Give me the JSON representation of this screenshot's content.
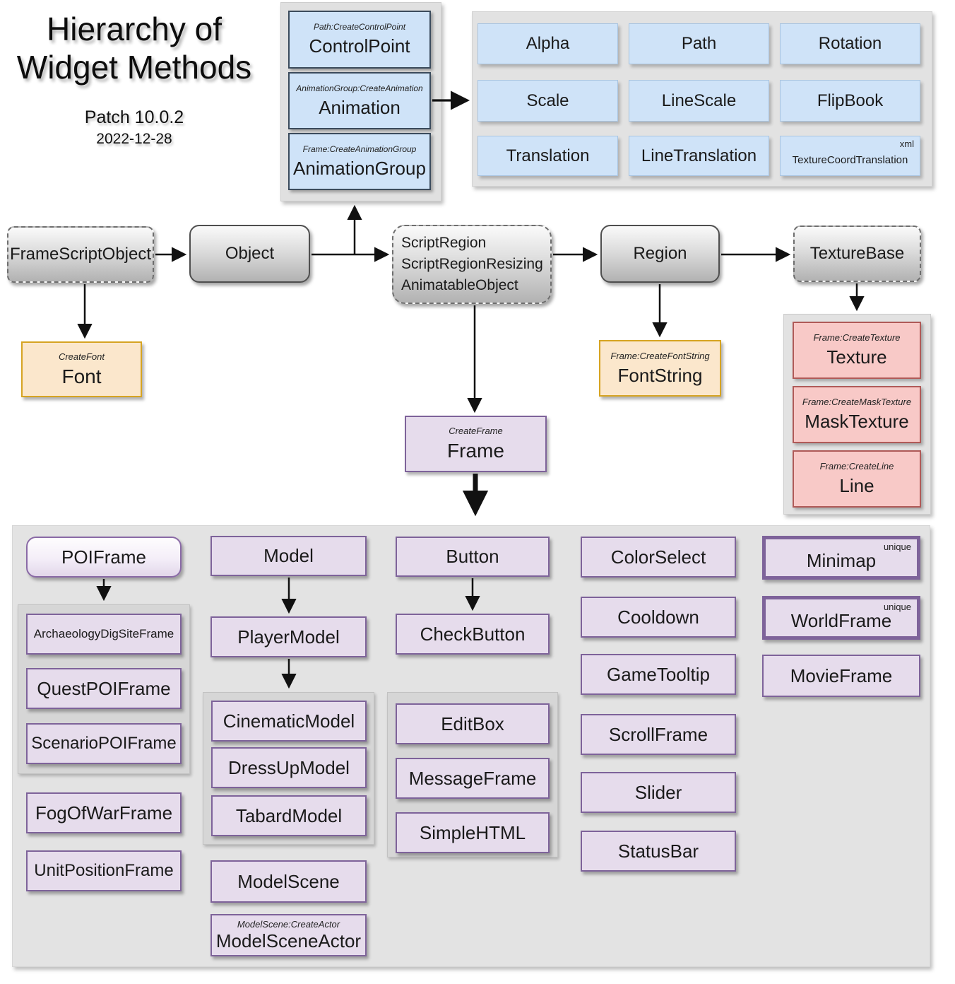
{
  "title": {
    "line1": "Hierarchy of",
    "line2": "Widget Methods",
    "patch": "Patch 10.0.2",
    "date": "2022-12-28"
  },
  "animation_group": {
    "items": [
      {
        "method": "Path:CreateControlPoint",
        "name": "ControlPoint"
      },
      {
        "method": "AnimationGroup:CreateAnimation",
        "name": "Animation"
      },
      {
        "method": "Frame:CreateAnimationGroup",
        "name": "AnimationGroup"
      }
    ]
  },
  "animation_types": {
    "items": [
      "Alpha",
      "Path",
      "Rotation",
      "Scale",
      "LineScale",
      "FlipBook",
      "Translation",
      "LineTranslation"
    ],
    "special": {
      "tag": "xml",
      "name": "TextureCoordTranslation"
    }
  },
  "hierarchy": {
    "frame_script_object": "FrameScriptObject",
    "object": "Object",
    "script_region_lines": [
      "ScriptRegion",
      "ScriptRegionResizing",
      "AnimatableObject"
    ],
    "region": "Region",
    "texture_base": "TextureBase"
  },
  "font_box": {
    "method": "CreateFont",
    "name": "Font"
  },
  "font_string": {
    "method": "Frame:CreateFontString",
    "name": "FontString"
  },
  "textures": [
    {
      "method": "Frame:CreateTexture",
      "name": "Texture"
    },
    {
      "method": "Frame:CreateMaskTexture",
      "name": "MaskTexture"
    },
    {
      "method": "Frame:CreateLine",
      "name": "Line"
    }
  ],
  "frame_box": {
    "method": "CreateFrame",
    "name": "Frame"
  },
  "frames": {
    "poi": "POIFrame",
    "poi_children": [
      "ArchaeologyDigSiteFrame",
      "QuestPOIFrame",
      "ScenarioPOIFrame"
    ],
    "fog_of_war": "FogOfWarFrame",
    "unit_position": "UnitPositionFrame",
    "model": "Model",
    "player_model": "PlayerModel",
    "model_children": [
      "CinematicModel",
      "DressUpModel",
      "TabardModel"
    ],
    "model_scene": "ModelScene",
    "model_scene_actor": {
      "method": "ModelScene:CreateActor",
      "name": "ModelSceneActor"
    },
    "button": "Button",
    "check_button": "CheckButton",
    "text_children": [
      "EditBox",
      "MessageFrame",
      "SimpleHTML"
    ],
    "misc": [
      "ColorSelect",
      "Cooldown",
      "GameTooltip",
      "ScrollFrame",
      "Slider",
      "StatusBar"
    ],
    "minimap": {
      "tag": "unique",
      "name": "Minimap"
    },
    "world_frame": {
      "tag": "unique",
      "name": "WorldFrame"
    },
    "movie_frame": "MovieFrame"
  },
  "colors": {
    "blue_fill": "#cfe3f8",
    "blue_border_dark": "#3b4b5c",
    "blue_border_light": "#a9c4e0",
    "purple_fill": "#e6dcec",
    "purple_border": "#7e639a",
    "orange_fill": "#fbe7cc",
    "orange_border": "#d6a422",
    "red_fill": "#f8c9c7",
    "red_border": "#b05a58",
    "container_gray": "#e0e0e0",
    "arrow_black": "#111111"
  }
}
